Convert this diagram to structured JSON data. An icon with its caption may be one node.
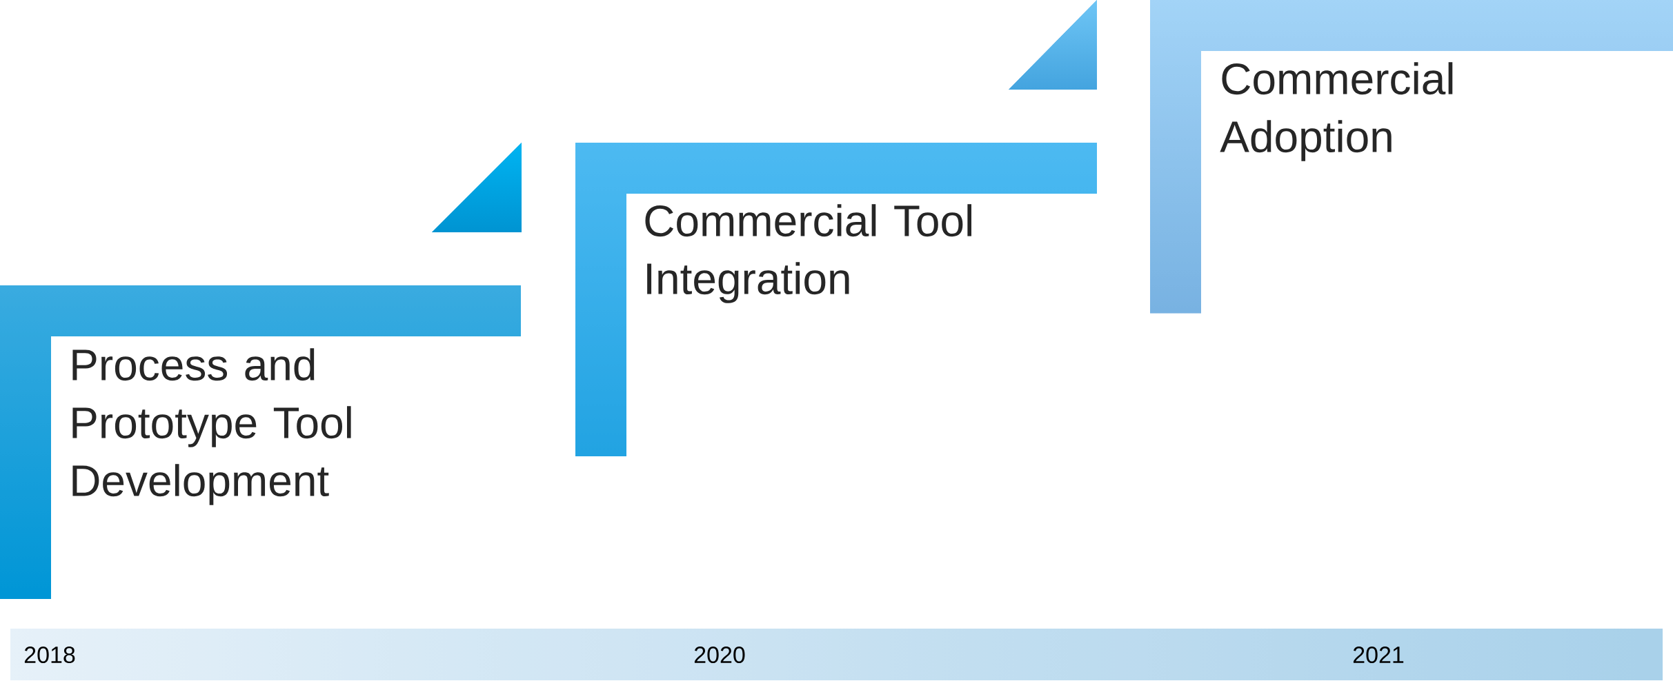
{
  "diagram": {
    "nodes": [
      {
        "text": [
          "Process and Prototype Tool Development"
        ]
      },
      {
        "text": [
          "Commercial Tool Integration"
        ]
      },
      {
        "text": [
          "Commercial Adoption"
        ]
      },
      {
        "text": [
          "2018",
          "2020",
          "2021"
        ]
      }
    ]
  }
}
